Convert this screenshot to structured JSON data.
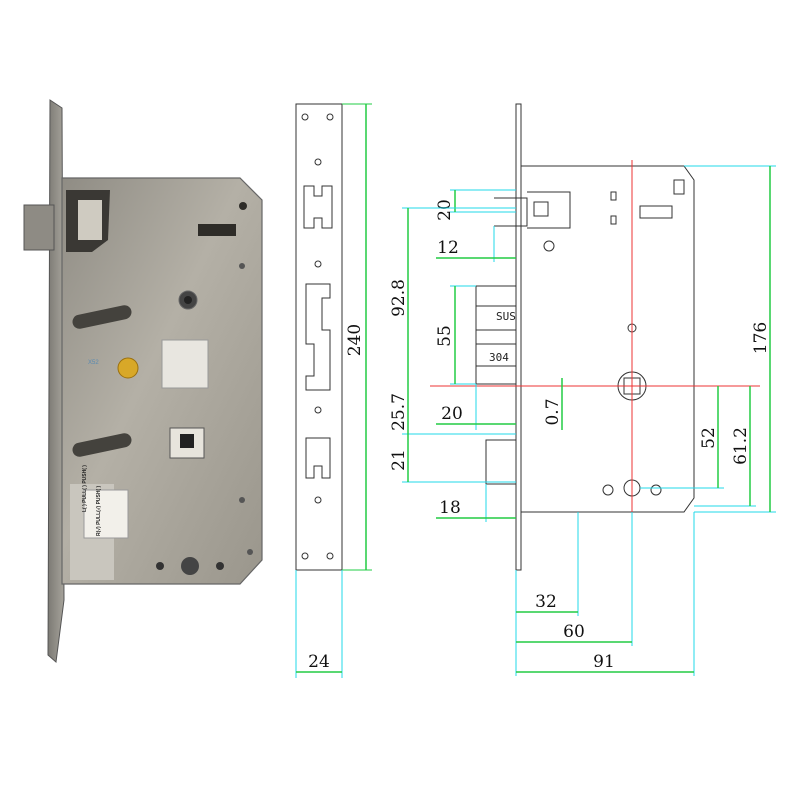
{
  "photo": {
    "stamp_xs": "X52",
    "label_lines": [
      "L(  )  PULL(  )  PUSH(  )",
      "R(√)  PULL(√)  PUSH(  )"
    ]
  },
  "faceplate": {
    "dimensions": {
      "height": "240",
      "width": "24"
    }
  },
  "body": {
    "stamp_sus": "SUS",
    "stamp_304": "304",
    "dimensions": {
      "d20_top": "20",
      "d12": "12",
      "d92_8": "92.8",
      "d55": "55",
      "d25_7": "25.7",
      "d20_mid": "20",
      "d0_7": "0.7",
      "d21": "21",
      "d18": "18",
      "d32": "32",
      "d60": "60",
      "d91": "91",
      "d52": "52",
      "d61_2": "61.2",
      "d176": "176"
    }
  },
  "colors": {
    "dim_green": "#22cc44",
    "dim_cyan": "#22d8e8",
    "center_red": "#ee3333",
    "outline": "#333333",
    "steel": "#a8a49a"
  }
}
